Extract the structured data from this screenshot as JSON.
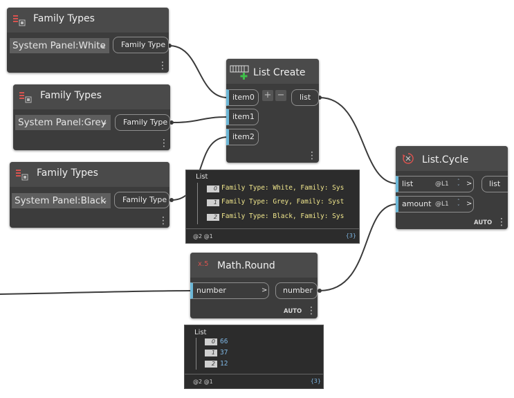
{
  "family_types_1": {
    "title": "Family Types",
    "selected": "System Panel:White",
    "output": "Family Type",
    "caret": "⌄",
    "menu": "⋮"
  },
  "family_types_2": {
    "title": "Family Types",
    "selected": "System Panel:Grey",
    "output": "Family Type",
    "caret": "⌄",
    "menu": "⋮"
  },
  "family_types_3": {
    "title": "Family Types",
    "selected": "System Panel:Black",
    "output": "Family Type",
    "caret": "⌄",
    "menu": "⋮"
  },
  "list_create": {
    "title": "List Create",
    "inputs": [
      "item0",
      "item1",
      "item2"
    ],
    "add": "+",
    "remove": "−",
    "output": "list",
    "menu": "⋮"
  },
  "list_watch": {
    "header": "List",
    "items": [
      {
        "index": "0",
        "value": "Family Type: White, Family: Sys"
      },
      {
        "index": "1",
        "value": "Family Type: Grey, Family: Syst"
      },
      {
        "index": "2",
        "value": "Family Type: Black, Family: Sys"
      }
    ],
    "levels": "@2 @1",
    "count": "{3}"
  },
  "list_cycle": {
    "title": "List.Cycle",
    "inputs": [
      {
        "name": "list",
        "lacing": "@L1",
        "arrow": ">"
      },
      {
        "name": "amount",
        "lacing": "@L1",
        "arrow": ">"
      }
    ],
    "output": "list",
    "auto": "AUTO",
    "menu": "⋮"
  },
  "math_round": {
    "icon": "x.5",
    "title": "Math.Round",
    "input": "number",
    "input_arrow": ">",
    "output": "number",
    "auto": "AUTO",
    "menu": "⋮"
  },
  "number_watch": {
    "header": "List",
    "items": [
      {
        "index": "0",
        "value": "66"
      },
      {
        "index": "1",
        "value": "37"
      },
      {
        "index": "2",
        "value": "12"
      }
    ],
    "levels": "@2 @1",
    "count": "{3}"
  },
  "colors": {
    "wire": "#3a3a3a",
    "node_bg": "#3c3c3c",
    "node_header": "#4a4a4a",
    "port_accent": "#6cb8d8",
    "watch_value": "#f0e68c",
    "number_value": "#7fb8e6",
    "add_icon": "#3fbf4a",
    "family_icon": "#d9534f"
  }
}
